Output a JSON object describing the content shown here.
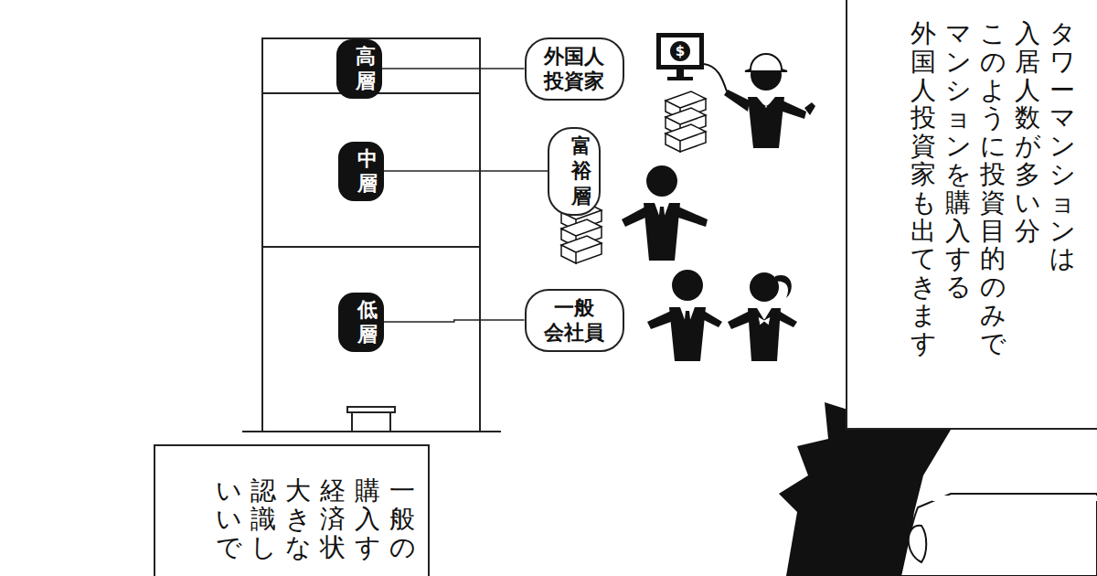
{
  "diagram": {
    "nodes": [
      {
        "text": [
          "高層"
        ]
      },
      {
        "text": [
          "中層"
        ]
      },
      {
        "text": [
          "低層"
        ]
      },
      {
        "text": [
          "外国人 投資家"
        ]
      },
      {
        "text": [
          "富裕層"
        ]
      },
      {
        "text": [
          "一般 会社員"
        ]
      },
      {
        "text": [
          "タワーマンションは",
          "入居人数が多い分",
          "このように投資目的のみで",
          "マンションを購入する",
          "外国人投資家も出てきます"
        ]
      },
      {
        "text": [
          "一般の",
          "購入す",
          "経済状",
          "大きな",
          "認識し",
          "いいで"
        ]
      }
    ],
    "edges": [
      {
        "from": 0,
        "to": 3,
        "arrow": "none"
      },
      {
        "from": 1,
        "to": 4,
        "arrow": "none"
      },
      {
        "from": 2,
        "to": 5,
        "arrow": "none"
      }
    ],
    "labels": [
      "$"
    ]
  }
}
